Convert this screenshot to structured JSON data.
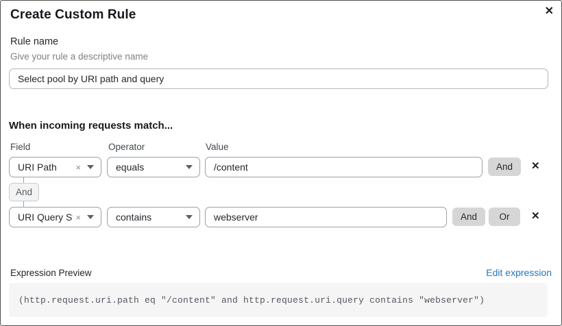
{
  "modal": {
    "title": "Create Custom Rule",
    "close_icon": "✕"
  },
  "rule_name": {
    "label": "Rule name",
    "hint": "Give your rule a descriptive name",
    "value": "Select pool by URI path and query"
  },
  "matcher": {
    "heading": "When incoming requests match...",
    "columns": {
      "field": "Field",
      "operator": "Operator",
      "value": "Value"
    },
    "rows": [
      {
        "field": "URI Path",
        "operator": "equals",
        "value": "/content",
        "and_label": "And",
        "delete_icon": "✕"
      },
      {
        "field": "URI Query St...",
        "operator": "contains",
        "value": "webserver",
        "and_label": "And",
        "or_label": "Or",
        "delete_icon": "✕"
      }
    ],
    "connector": "And",
    "clear_icon": "×"
  },
  "expression": {
    "label": "Expression Preview",
    "edit_link": "Edit expression",
    "code": "(http.request.uri.path eq \"/content\" and http.request.uri.query contains \"webserver\")"
  },
  "colors": {
    "link_blue": "#2178bf",
    "button_gray": "#d6d6d7",
    "code_background": "#f5f5f6",
    "border_gray": "#9aa0a5"
  }
}
